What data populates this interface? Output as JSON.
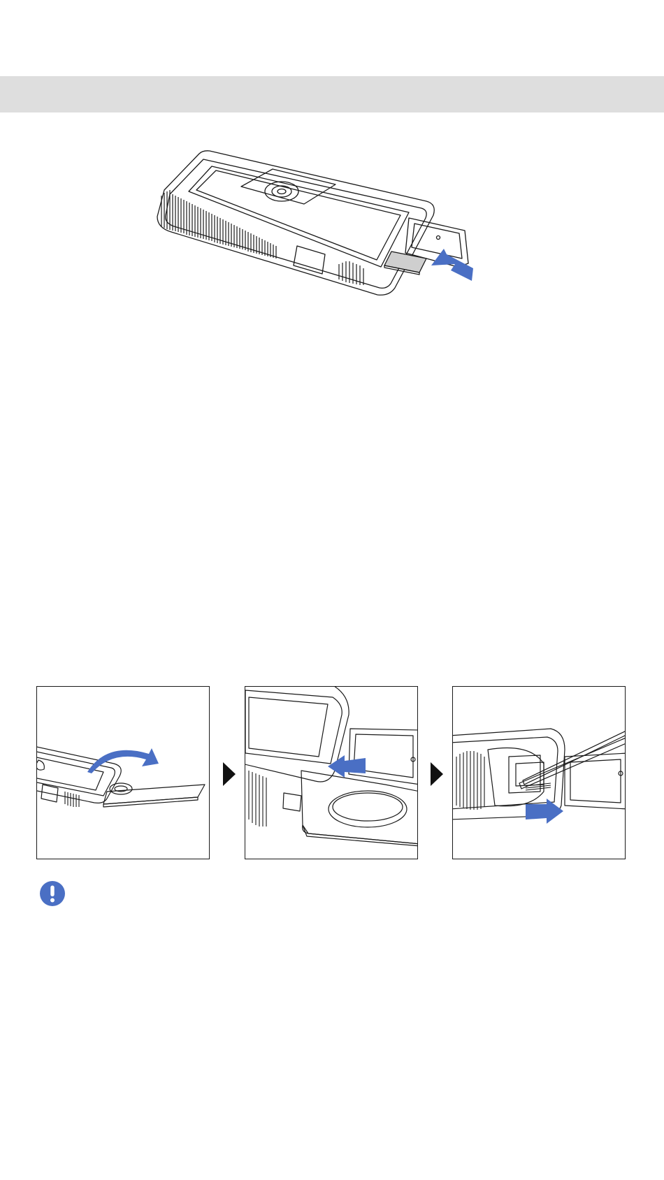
{
  "colors": {
    "header_band": "#dedede",
    "accent_arrow": "#4a6fc4",
    "line_art": "#1a1a1a",
    "notice_icon": "#4a6fc4"
  },
  "illustrations": {
    "hero": "camera-sd-card-insert-illustration",
    "steps": [
      "open-battery-cover-illustration",
      "push-card-release-illustration",
      "remove-card-illustration"
    ]
  },
  "icons": {
    "step_separator": "triangle-right-icon",
    "notice": "exclamation-circle-icon"
  }
}
